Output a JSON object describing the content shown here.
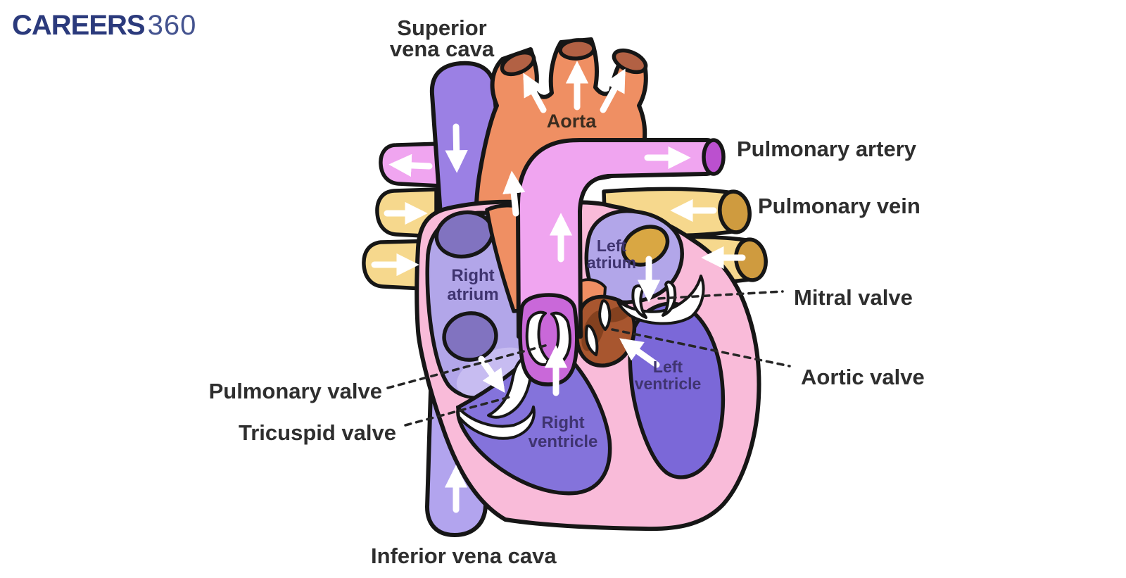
{
  "page": {
    "background": "#ffffff",
    "description": "Labeled cross-section diagram of the human heart"
  },
  "logo": {
    "text_bold": "CAREERS",
    "text_light": "360"
  },
  "labels": {
    "superior_vena_cava": {
      "line1": "Superior",
      "line2": "vena cava"
    },
    "aorta": "Aorta",
    "pulmonary_artery": "Pulmonary artery",
    "pulmonary_vein": "Pulmonary vein",
    "mitral_valve": "Mitral valve",
    "aortic_valve": "Aortic valve",
    "pulmonary_valve": "Pulmonary valve",
    "tricuspid_valve": "Tricuspid valve",
    "right_atrium": {
      "line1": "Right",
      "line2": "atrium"
    },
    "left_atrium": {
      "line1": "Left",
      "line2": "atrium"
    },
    "right_ventricle": {
      "line1": "Right",
      "line2": "ventricle"
    },
    "left_ventricle": {
      "line1": "Left",
      "line2": "ventricle"
    },
    "inferior_vena_cava": "Inferior vena cava"
  },
  "colors": {
    "logo_bold": "#2b3a7c",
    "logo_light": "#44538f",
    "outline_black": "#161616",
    "label_text": "#2e2e2e",
    "chamber_text": "#3f3470",
    "aorta_label_text": "#3a2c1f",
    "svc_purple": "#9b80e4",
    "ivc_purple": "#b2a4ee",
    "aorta_orange": "#ef8f63",
    "aorta_cap_brown": "#b26144",
    "pulmonary_artery_pink": "#f0a5f0",
    "pulmonary_artery_cap": "#bb50cf",
    "pulmonary_vein_yellow": "#f6d88d",
    "pulmonary_vein_cap": "#cf9b3f",
    "heart_wall_pink": "#f9bbd9",
    "atrium_fill": "#b2a6e9",
    "atrium_light": "#c7bcf1",
    "right_ventricle_fill": "#8473db",
    "left_ventricle_fill": "#7b68d8",
    "vessel_opening_purple": "#8173c0",
    "left_atrium_opening_tan": "#d9a743",
    "pulmonary_valve_magenta": "#c968d9",
    "aortic_root_brown": "#a8562f",
    "aortic_root_dark": "#84411f",
    "valve_white": "#ffffff",
    "arrow_white": "#ffffff"
  }
}
